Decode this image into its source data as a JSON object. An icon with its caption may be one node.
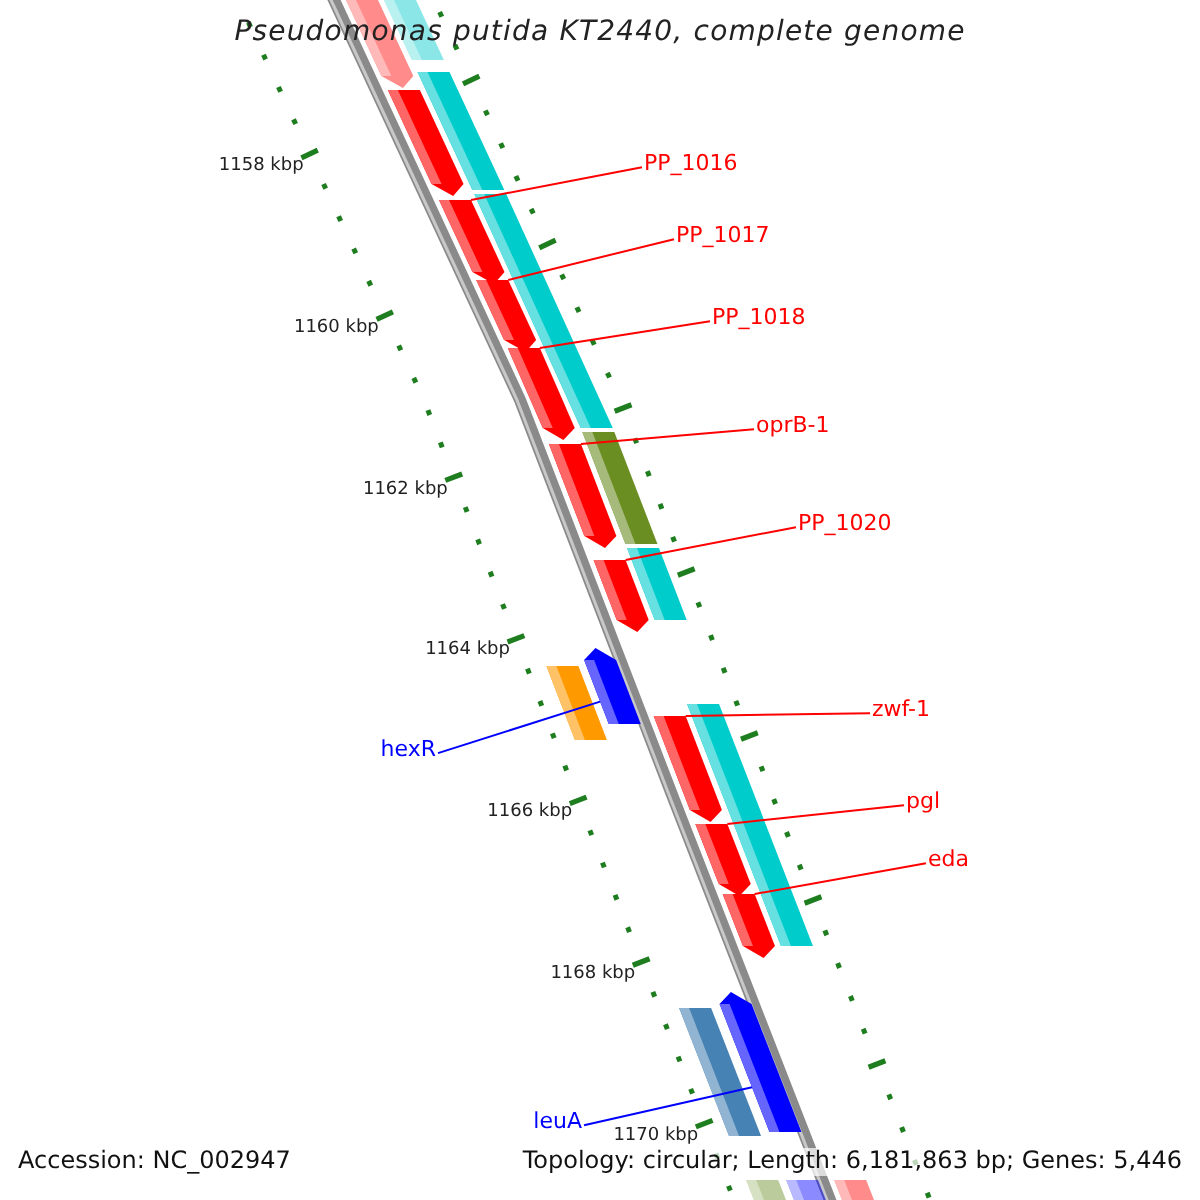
{
  "diagram": {
    "title": "Pseudomonas putida KT2440, complete genome",
    "nodes": [
      {
        "text": [
          "PP_1016"
        ]
      },
      {
        "text": [],
        "shape": "bar"
      },
      {
        "text": [
          "PP_1017"
        ]
      },
      {
        "text": [],
        "shape": "bar"
      },
      {
        "text": [
          "PP_1018"
        ]
      },
      {
        "text": [],
        "shape": "bar"
      },
      {
        "text": [
          "oprB-1"
        ]
      },
      {
        "text": [],
        "shape": "bar"
      },
      {
        "text": [
          "PP_1020"
        ]
      },
      {
        "text": [],
        "shape": "bar"
      },
      {
        "text": [
          "zwf-1"
        ]
      },
      {
        "text": [],
        "shape": "bar"
      },
      {
        "text": [
          "hexR"
        ]
      },
      {
        "text": [],
        "shape": "bar"
      },
      {
        "text": [
          "pgl"
        ]
      },
      {
        "text": [],
        "shape": "bar"
      },
      {
        "text": [
          "eda"
        ]
      },
      {
        "text": [],
        "shape": "bar"
      },
      {
        "text": [
          "leuA"
        ]
      },
      {
        "text": [],
        "shape": "bar"
      },
      {
        "text": [],
        "shape": "bar"
      },
      {
        "text": [],
        "shape": "bar"
      }
    ],
    "edges": [
      {
        "from": 0,
        "to": 1,
        "arrow": "none"
      },
      {
        "from": 2,
        "to": 3,
        "arrow": "none"
      },
      {
        "from": 4,
        "to": 5,
        "arrow": "none"
      },
      {
        "from": 6,
        "to": 7,
        "arrow": "none"
      },
      {
        "from": 8,
        "to": 9,
        "arrow": "none"
      },
      {
        "from": 10,
        "to": 11,
        "arrow": "none"
      },
      {
        "from": 12,
        "to": 13,
        "arrow": "none",
        "color": "#0000ff"
      },
      {
        "from": 14,
        "to": 15,
        "arrow": "none"
      },
      {
        "from": 16,
        "to": 17,
        "arrow": "none"
      },
      {
        "from": 18,
        "to": 19,
        "arrow": "none",
        "color": "#0000ff"
      }
    ],
    "labels": [
      "1158 kbp",
      "1160 kbp",
      "1162 kbp",
      "1164 kbp",
      "1166 kbp",
      "1168 kbp",
      "1170 kbp",
      "Accession: NC_002947",
      "Topology: circular; Length: 6,181,863 bp; Genes: 5,446"
    ]
  }
}
